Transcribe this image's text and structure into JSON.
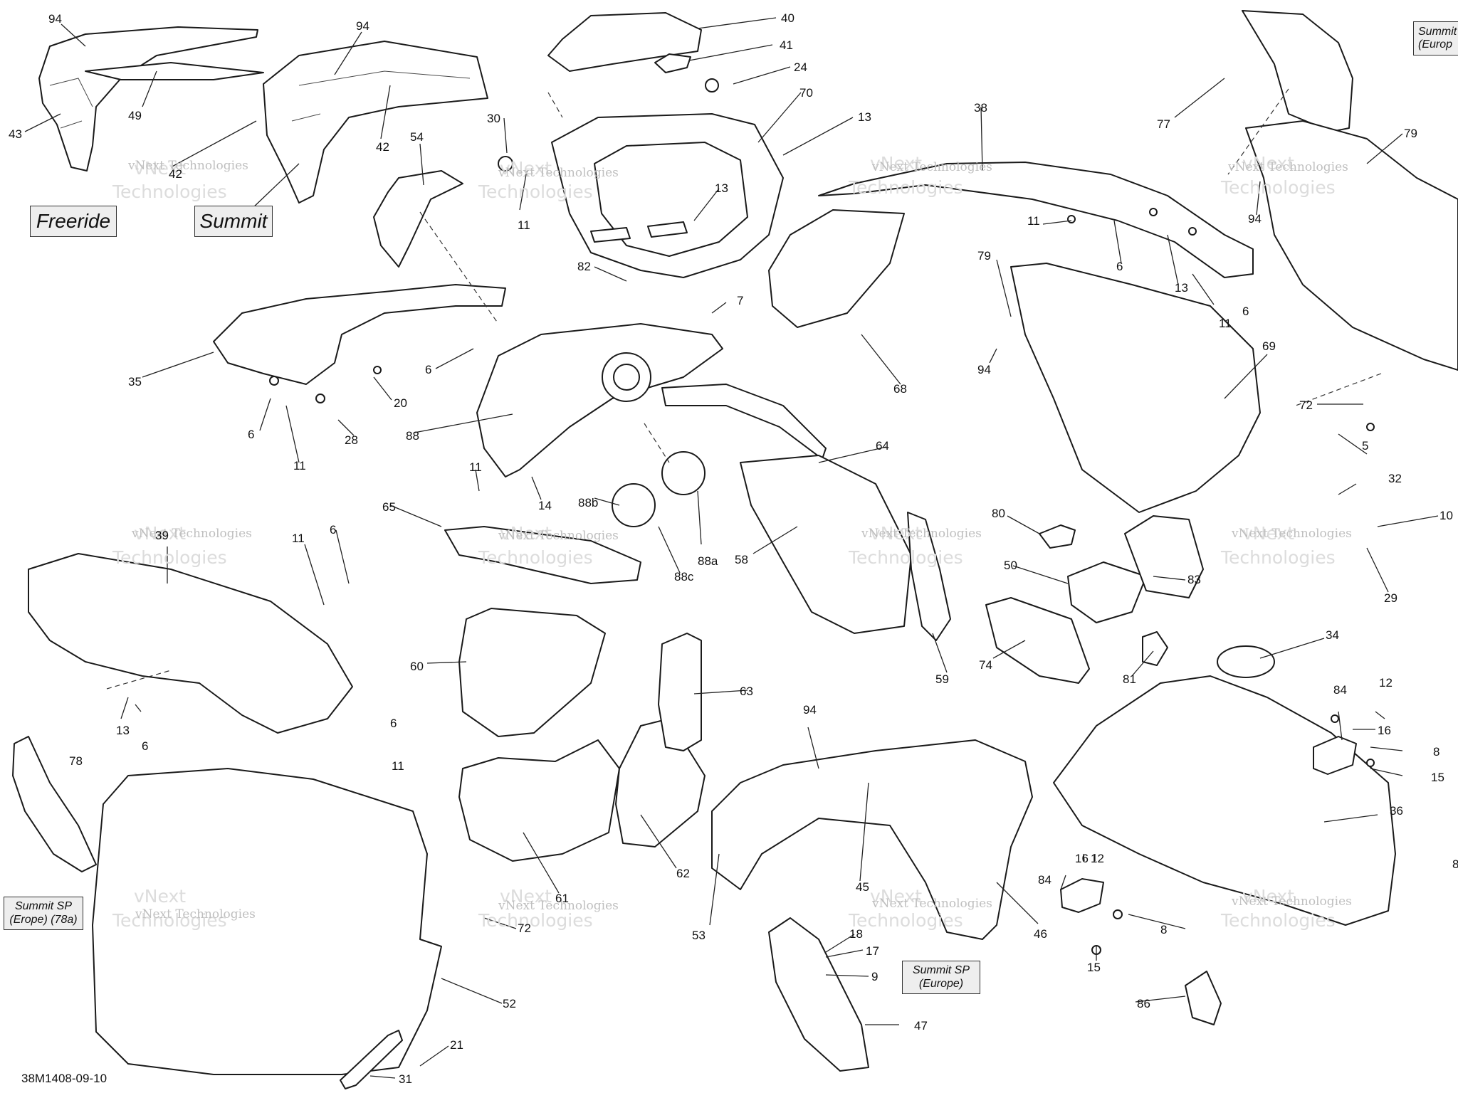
{
  "drawing_number": "38M1408-09-10",
  "watermark": {
    "line1": "vNext",
    "line2": "Technologies",
    "combined": "vNext Technologies"
  },
  "variant_tags": {
    "freeride": "Freeride",
    "summit": "Summit",
    "summit_sp_europe": [
      "Summit SP",
      "(Europe)"
    ],
    "summit_sp_erope_78a": [
      "Summit SP",
      "(Erope) (78a)"
    ],
    "summit_europe_corner": [
      "Summit",
      "(Europ"
    ]
  },
  "callouts": {
    "c94a": "94",
    "c49": "49",
    "c43": "43",
    "c94b": "94",
    "c42a": "42",
    "c42b": "42",
    "c54": "54",
    "c30": "30",
    "c11a": "11",
    "c40": "40",
    "c41": "41",
    "c24": "24",
    "c70": "70",
    "c13a": "13",
    "c13b": "13",
    "c38": "38",
    "c77": "77",
    "c79a": "79",
    "c94c": "94",
    "c11b": "11",
    "c6a": "6",
    "c13c": "13",
    "c6b": "6",
    "c11c": "11",
    "c79b": "79",
    "c94d": "94",
    "c69": "69",
    "c72a": "72",
    "c82": "82",
    "c7": "7",
    "c35": "35",
    "c6c": "6",
    "c20": "20",
    "c28": "28",
    "c6d": "6",
    "c11d": "11",
    "c88": "88",
    "c11e": "11",
    "c14": "14",
    "c88b": "88b",
    "c88c": "88c",
    "c88a": "88a",
    "c68": "68",
    "c64": "64",
    "c5": "5",
    "c32": "32",
    "c10": "10",
    "c29": "29",
    "c39": "39",
    "c11f": "11",
    "c6e": "6",
    "c65": "65",
    "c58": "58",
    "c80": "80",
    "c50": "50",
    "c83": "83",
    "c74": "74",
    "c59": "59",
    "c81": "81",
    "c34": "34",
    "c60": "60",
    "c63": "63",
    "c13d": "13",
    "c6f": "6",
    "c6g": "6",
    "c11g": "11",
    "c78": "78",
    "c84a": "84",
    "c12a": "12",
    "c16a": "16",
    "c8a": "8",
    "c15a": "15",
    "c94e": "94",
    "c45": "45",
    "c36": "36",
    "c61": "61",
    "c62": "62",
    "c53": "53",
    "c46": "46",
    "c16b": "16",
    "c12b": "12",
    "c84b": "84",
    "c8b": "8",
    "c8c": "8",
    "c72b": "72",
    "c52": "52",
    "c18": "18",
    "c17": "17",
    "c9": "9",
    "c15b": "15",
    "c86": "86",
    "c47": "47",
    "c21": "21",
    "c31": "31"
  }
}
